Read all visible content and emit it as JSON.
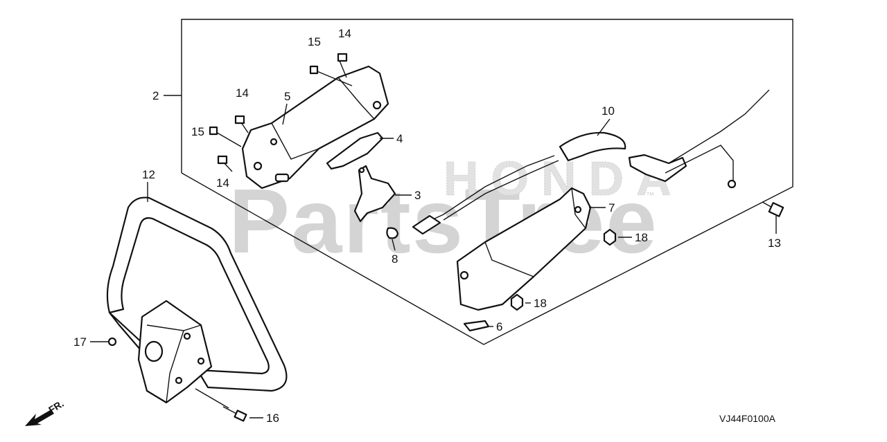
{
  "watermark": {
    "text": "PartsTree",
    "brand": "HONDA",
    "trademark": "™"
  },
  "diagram_code": "VJ44F0100A",
  "direction_arrow": {
    "label": "FR."
  },
  "callouts": [
    {
      "id": "c2",
      "number": "2"
    },
    {
      "id": "c14a",
      "number": "14"
    },
    {
      "id": "c15a",
      "number": "15"
    },
    {
      "id": "c14b",
      "number": "14"
    },
    {
      "id": "c5",
      "number": "5"
    },
    {
      "id": "c15b",
      "number": "15"
    },
    {
      "id": "c4",
      "number": "4"
    },
    {
      "id": "c14c",
      "number": "14"
    },
    {
      "id": "c3",
      "number": "3"
    },
    {
      "id": "c8",
      "number": "8"
    },
    {
      "id": "c10",
      "number": "10"
    },
    {
      "id": "c7",
      "number": "7"
    },
    {
      "id": "c18a",
      "number": "18"
    },
    {
      "id": "c18b",
      "number": "18"
    },
    {
      "id": "c6",
      "number": "6"
    },
    {
      "id": "c13",
      "number": "13"
    },
    {
      "id": "c12",
      "number": "12"
    },
    {
      "id": "c17",
      "number": "17"
    },
    {
      "id": "c16",
      "number": "16"
    }
  ]
}
